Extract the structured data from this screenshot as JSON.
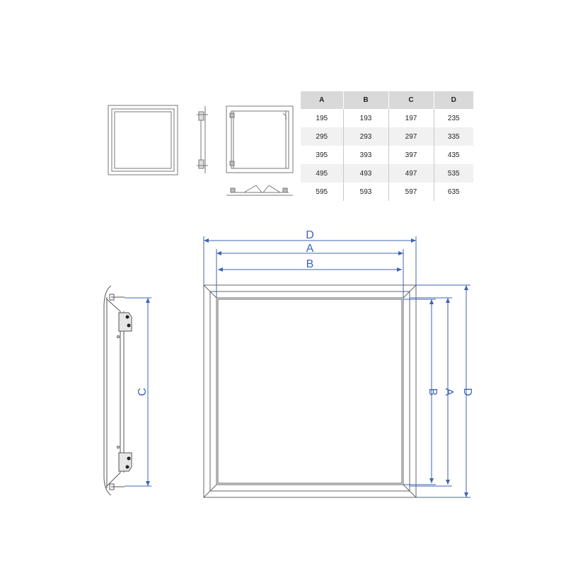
{
  "table": {
    "headers": [
      "A",
      "B",
      "C",
      "D"
    ],
    "rows": [
      [
        "195",
        "193",
        "197",
        "235"
      ],
      [
        "295",
        "293",
        "297",
        "335"
      ],
      [
        "395",
        "393",
        "397",
        "435"
      ],
      [
        "495",
        "493",
        "497",
        "535"
      ],
      [
        "595",
        "593",
        "597",
        "635"
      ]
    ]
  },
  "dimensions": {
    "top_outer": "D",
    "top_middle": "A",
    "top_inner": "B",
    "side_height": "C",
    "right_inner": "B",
    "right_middle": "A",
    "right_outer": "D"
  },
  "colors": {
    "dimension_line": "#3f63b5",
    "drawing_line": "#555555",
    "header_bg": "#d9d9d9"
  }
}
